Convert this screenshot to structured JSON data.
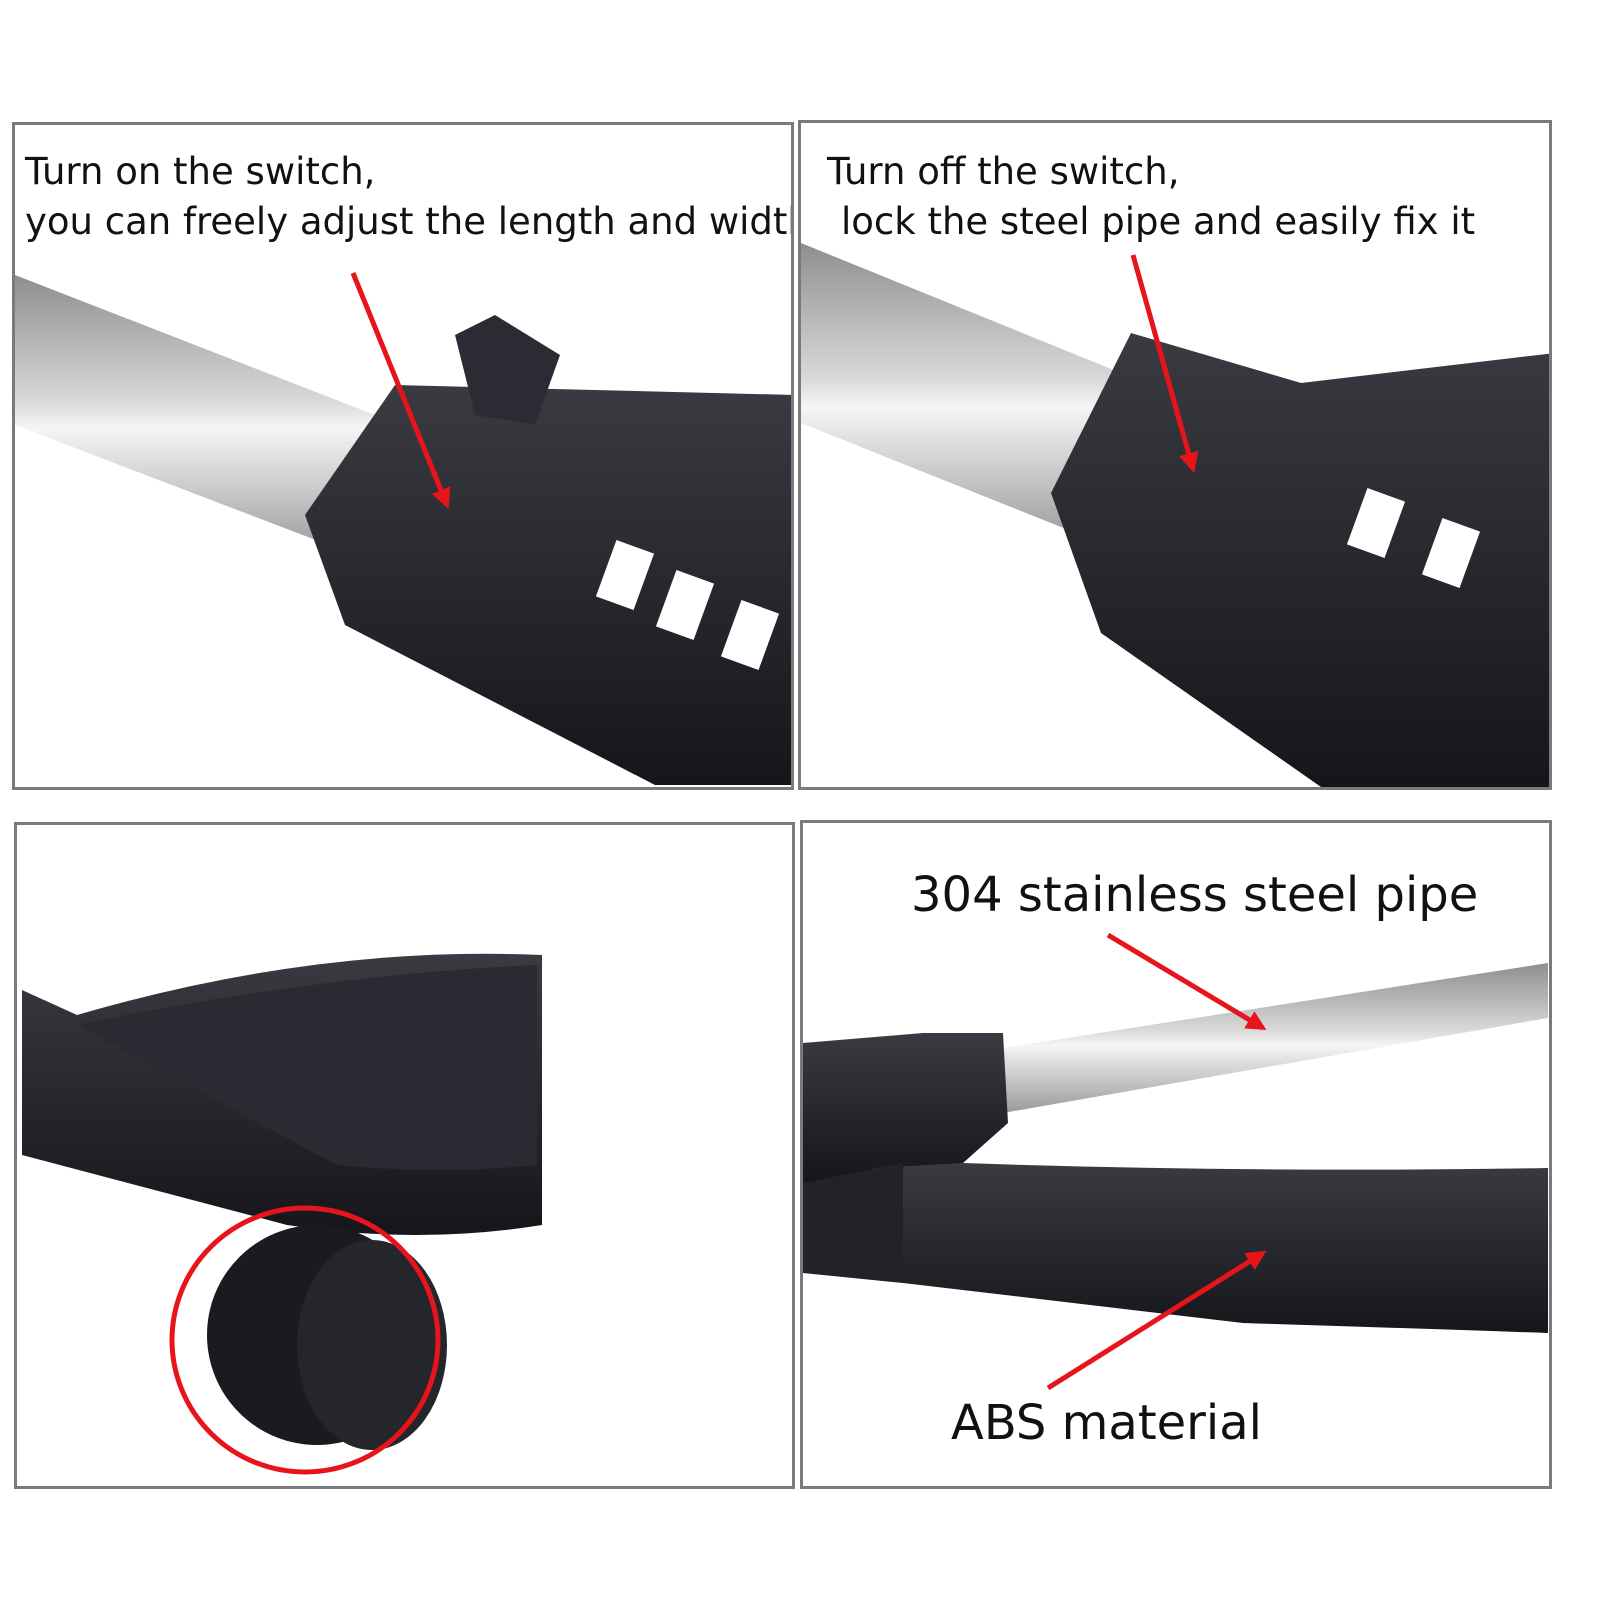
{
  "panels": [
    {
      "caption_line1": "Turn on the switch,",
      "caption_line2": "you can freely adjust the length and width"
    },
    {
      "caption_line1": "Turn off the switch,",
      "caption_line2": "lock the steel pipe and easily fix it"
    },
    {},
    {
      "label_top": "304 stainless steel pipe",
      "label_bottom": "ABS material"
    }
  ],
  "colors": {
    "arrow": "#e8141b",
    "border": "#7a7a7a",
    "plastic": "#1c1d22",
    "steel": "#c8c8c8"
  }
}
